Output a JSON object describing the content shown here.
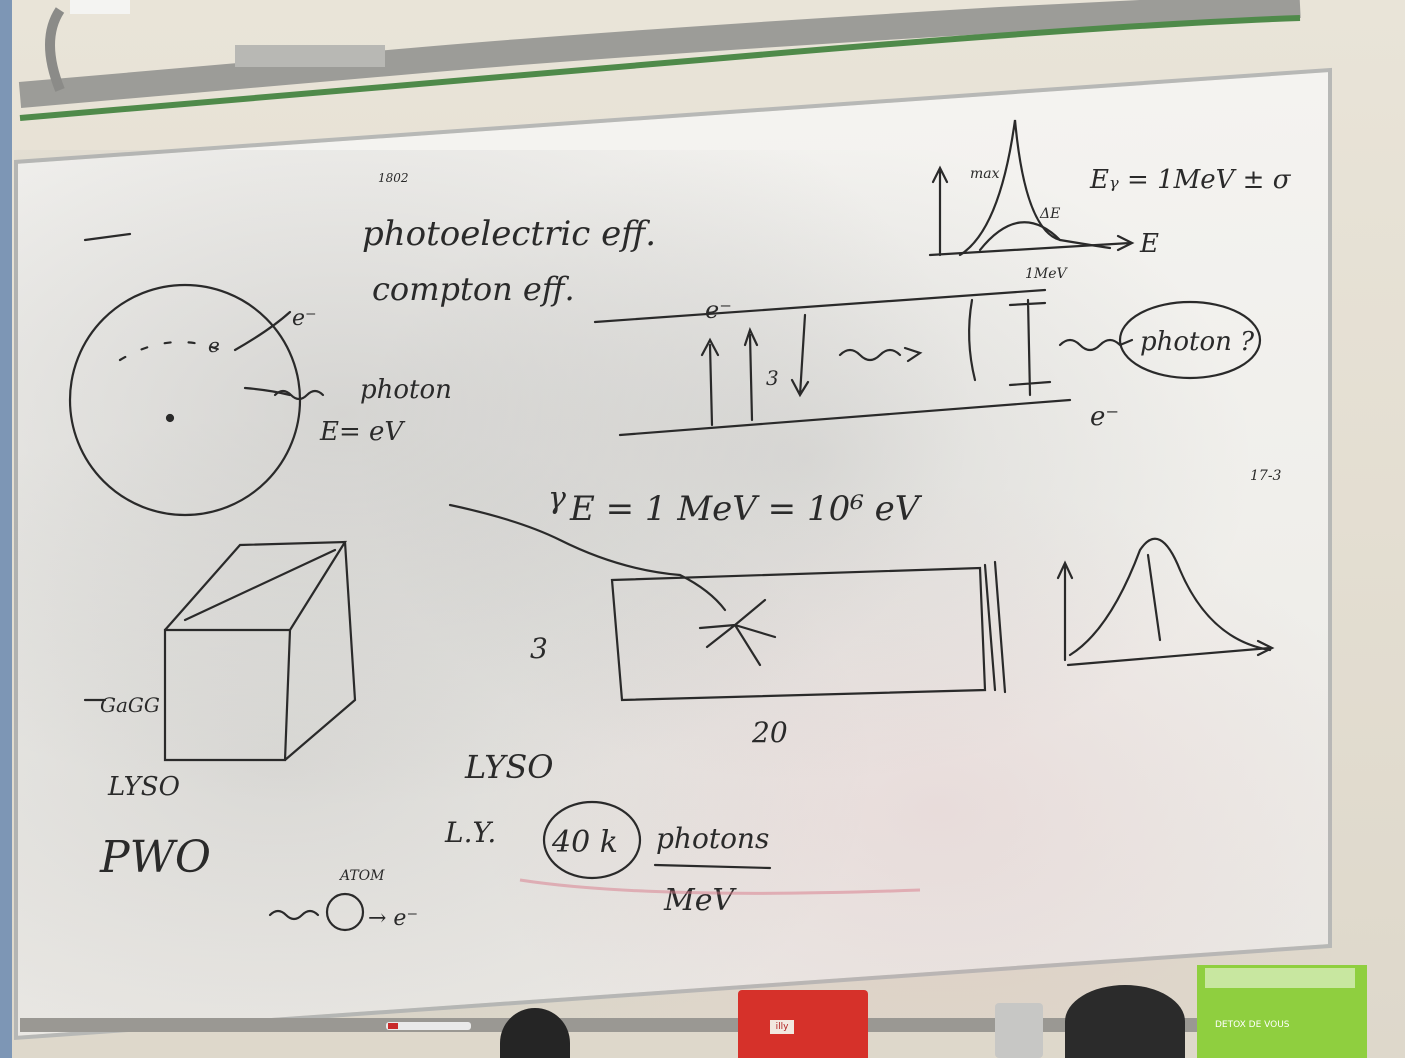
{
  "colors": {
    "ink": "#2a2a2a",
    "board": "#f1f0ec",
    "wall": "#e6e1d5",
    "pipe_green": "#4f8a4a",
    "red_box": "#d6312a",
    "green_box": "#8fcf3f"
  },
  "board": {
    "line1": "photoelectric eff.",
    "line2": "compton eff.",
    "atom_photon": "photon",
    "atom_energy": "E= eV",
    "e_minus": "e⁻",
    "e_label": "e",
    "band_e_top": "e⁻",
    "band_e_bottom": "e⁻",
    "band_arrow_num": "3",
    "photon_circled": "photon ?",
    "gamma_energy": "E = 1 MeV = 10⁶ eV",
    "gamma": "γ",
    "spectrum_max": "max",
    "spectrum_de": "ΔE",
    "spectrum_axis": "E",
    "spectrum_1mev": "1MeV",
    "e_gamma": "Eᵧ = 1MeV ± σ",
    "crystal_3": "3",
    "crystal_20": "20",
    "gagg": "GaGG",
    "lyso_left": "LYSO",
    "pwo": "PWO",
    "lyso_mid": "LYSO",
    "ly": "L.Y.",
    "forty_k": "40 k",
    "photons": "photons",
    "mev": "MeV",
    "atom": "ATOM",
    "gamma_atom_e": "→ e⁻",
    "top_small": "1802",
    "right_small": "17-3"
  },
  "objects": {
    "red_box_label": "illy",
    "green_box_text": "DETOX DE VOUS"
  }
}
